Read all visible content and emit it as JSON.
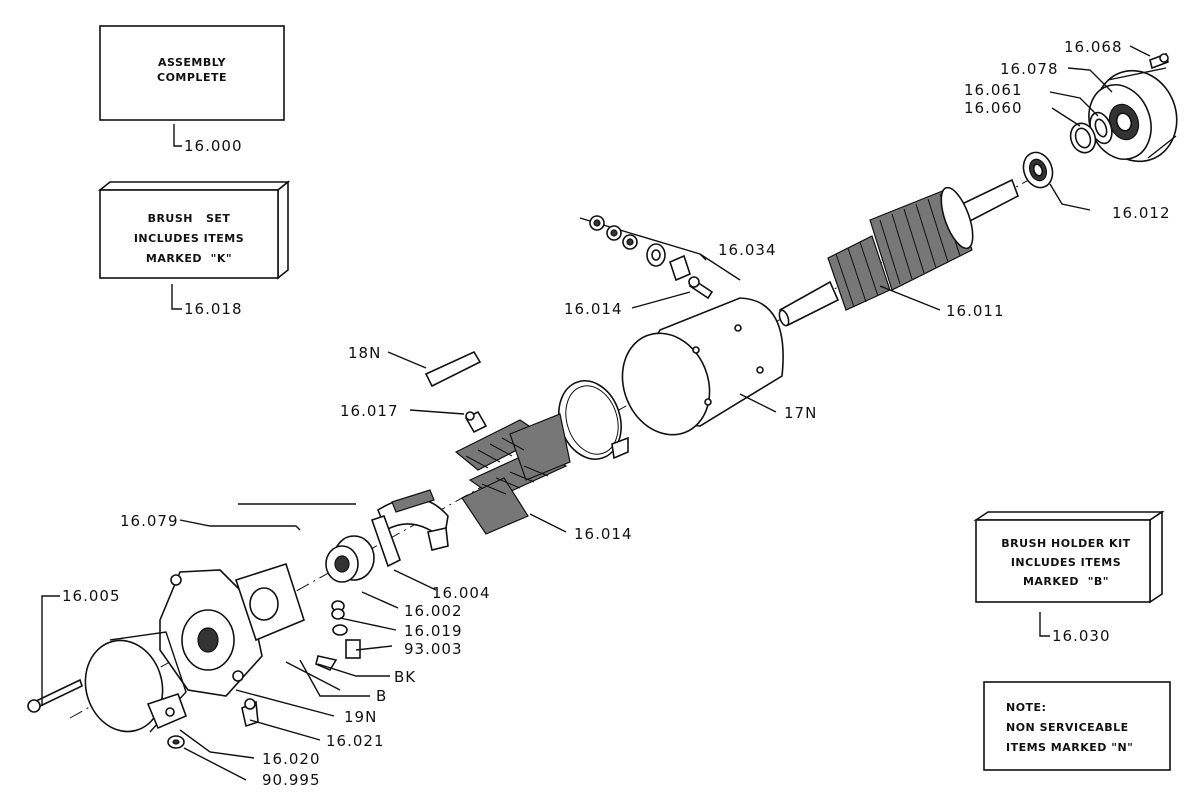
{
  "boxes": {
    "assembly": {
      "lines": [
        "ASSEMBLY",
        "COMPLETE"
      ],
      "ref": "16.000"
    },
    "brush_set": {
      "lines": [
        "BRUSH   SET",
        "INCLUDES ITEMS",
        "MARKED  \"K\""
      ],
      "ref": "16.018"
    },
    "brush_holder": {
      "lines": [
        "BRUSH HOLDER KIT",
        "INCLUDES ITEMS",
        "MARKED  \"B\""
      ],
      "ref": "16.030"
    },
    "note": {
      "lines": [
        "NOTE:",
        "NON SERVICEABLE",
        "ITEMS MARKED \"N\""
      ]
    }
  },
  "labels": {
    "l16_068": "16.068",
    "l16_078": "16.078",
    "l16_061": "16.061",
    "l16_060": "16.060",
    "l16_012": "16.012",
    "l16_034": "16.034",
    "l16_014a": "16.014",
    "l16_011": "16.011",
    "l18N": "18N",
    "l17N": "17N",
    "l16_017": "16.017",
    "l16_014b": "16.014",
    "l16_079": "16.079",
    "l16_004": "16.004",
    "l16_002": "16.002",
    "l16_019": "16.019",
    "l93_003": "93.003",
    "l16_005": "16.005",
    "lBK": "BK",
    "lB": "B",
    "l19N": "19N",
    "l16_021": "16.021",
    "l16_020": "16.020",
    "l90_995": "90.995"
  }
}
